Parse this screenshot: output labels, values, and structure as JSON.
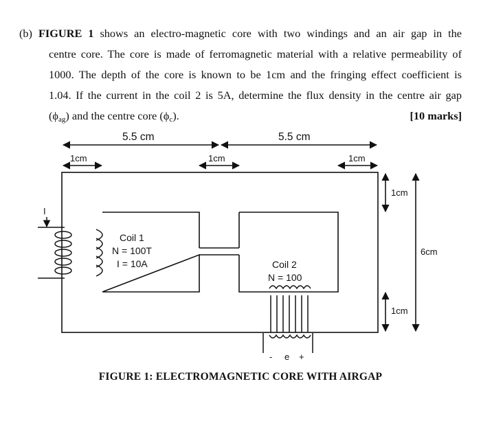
{
  "question": {
    "part_label": "(b)",
    "figure_ref": "FIGURE 1",
    "line1_rest": "shows an electro-magnetic core with two windings and an air gap in the",
    "line2": "centre core. The core is made of ferromagnetic material with a relative permeability of",
    "line3": "1000. The depth of the core is known to be 1cm and the fringing effect coefficient is",
    "line4": "1.04. If the current in the coil 2 is 5A, determine the flux density in the centre air gap",
    "line5_a": "(ϕ",
    "line5_sub1": "ag",
    "line5_b": ") and the centre core (ϕ",
    "line5_sub2": "c",
    "line5_c": ").",
    "marks": "[10 marks]"
  },
  "figure": {
    "dim_left_width": "5.5 cm",
    "dim_right_width": "5.5 cm",
    "dim_left_leg": "1cm",
    "dim_center_leg": "1cm",
    "dim_right_leg": "1cm",
    "dim_top": "1cm",
    "dim_bottom": "1cm",
    "dim_height": "6cm",
    "current_label": "I",
    "coil1_name": "Coil 1",
    "coil1_turns": "N = 100T",
    "coil1_current": "I = 10A",
    "coil2_name": "Coil 2",
    "coil2_turns": "N = 100",
    "emf_minus": "-",
    "emf_e": "e",
    "emf_plus": "+",
    "caption": "FIGURE 1: ELECTROMAGNETIC CORE WITH AIRGAP"
  }
}
